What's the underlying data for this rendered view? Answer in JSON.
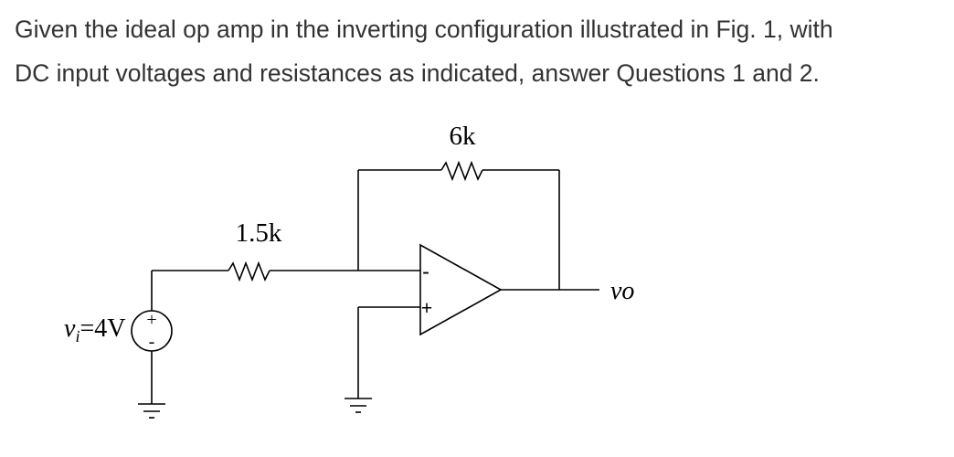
{
  "problem": {
    "line1": "Given the ideal op amp in the inverting configuration illustrated in Fig. 1, with",
    "line2": "DC input voltages and resistances as indicated, answer Questions 1 and 2."
  },
  "circuit": {
    "feedback_resistor_label": "6k",
    "input_resistor_label": "1.5k",
    "source_label_v": "v",
    "source_label_sub": "i",
    "source_label_value": "=4V",
    "output_label": "vo",
    "opamp_minus": "-",
    "opamp_plus": "+",
    "source_plus": "+",
    "source_minus": "-"
  }
}
